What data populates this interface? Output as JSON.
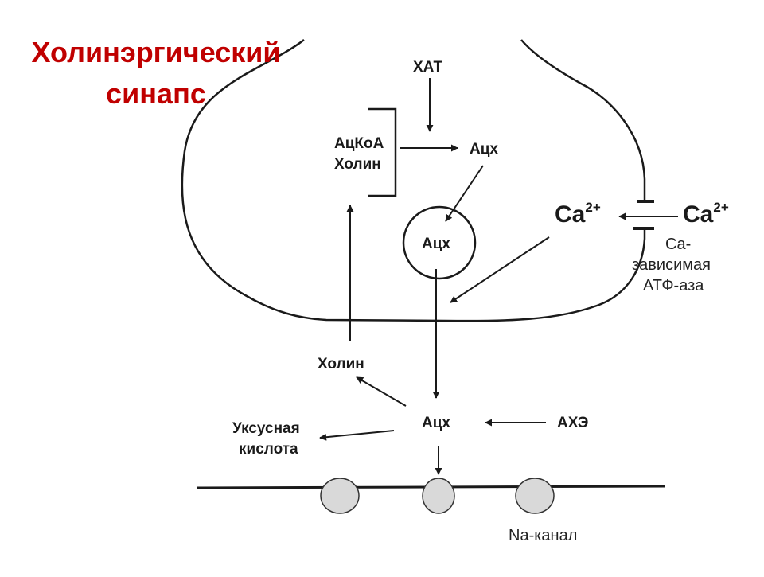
{
  "title": {
    "line1": "Холинэргический",
    "line2": "синапс"
  },
  "labels": {
    "hat": "ХАТ",
    "acoa": "АцКоА",
    "choline_in": "Холин",
    "ach_top": "Ацх",
    "ach_vesicle": "Ацх",
    "ca_inside": "Ca",
    "ca_inside_sup": "2+",
    "ca_outside": "Ca",
    "ca_outside_sup": "2+",
    "atpase_1": "Ca-",
    "atpase_2": "зависимая",
    "atpase_3": "АТФ-аза",
    "choline_out": "Холин",
    "ach_cleft": "Ацх",
    "ache": "АХЭ",
    "acetic_1": "Уксусная",
    "acetic_2": "кислота",
    "na_channel": "Na-канал"
  },
  "colors": {
    "title": "#c00000",
    "line": "#1a1a1a",
    "channel_fill": "#d9d9d9"
  }
}
